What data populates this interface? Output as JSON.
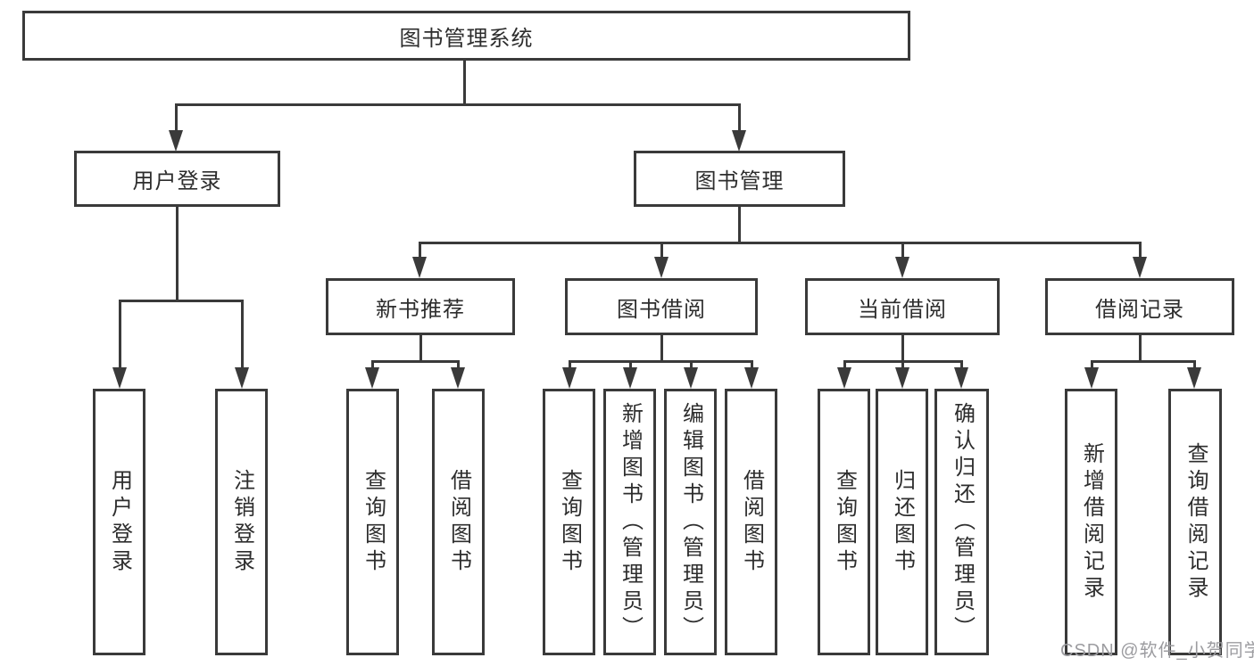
{
  "diagram": {
    "root": {
      "label": "图书管理系统"
    },
    "level2": {
      "user_login": {
        "label": "用户登录"
      },
      "book_management": {
        "label": "图书管理"
      }
    },
    "level3": {
      "new_book_recommend": {
        "label": "新书推荐"
      },
      "book_borrowing": {
        "label": "图书借阅"
      },
      "current_borrowing": {
        "label": "当前借阅"
      },
      "borrow_records": {
        "label": "借阅记录"
      }
    },
    "leaves": [
      {
        "label": "用户登录"
      },
      {
        "label": "注销登录"
      },
      {
        "label": "查询图书"
      },
      {
        "label": "借阅图书"
      },
      {
        "label": "查询图书"
      },
      {
        "label": "新增图书（管理员）"
      },
      {
        "label": "编辑图书（管理员）"
      },
      {
        "label": "借阅图书"
      },
      {
        "label": "查询图书"
      },
      {
        "label": "归还图书"
      },
      {
        "label": "确认归还（管理员）"
      },
      {
        "label": "新增借阅记录"
      },
      {
        "label": "查询借阅记录"
      }
    ]
  },
  "watermark": {
    "text": "CSDN @软件_小贺同学"
  },
  "colors": {
    "line": "#3a3a3a",
    "text": "#2d2d2d",
    "background": "#ffffff",
    "watermark": "#9c9ca0"
  }
}
